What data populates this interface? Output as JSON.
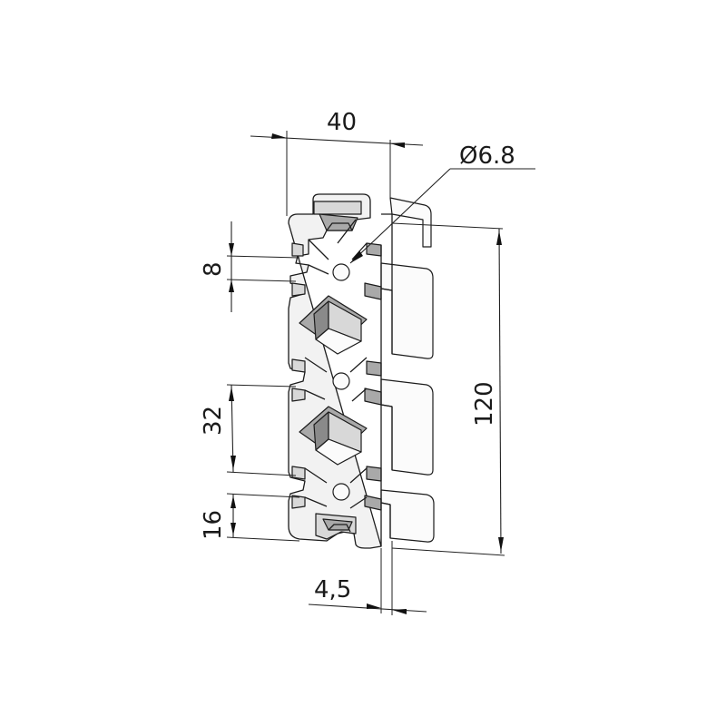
{
  "dimensions": {
    "width": "40",
    "core_bore": "Ø6.8",
    "height": "120",
    "slot_opening": "8",
    "slot_pitch": "32",
    "end_to_slot": "16",
    "wall": "4,5"
  }
}
